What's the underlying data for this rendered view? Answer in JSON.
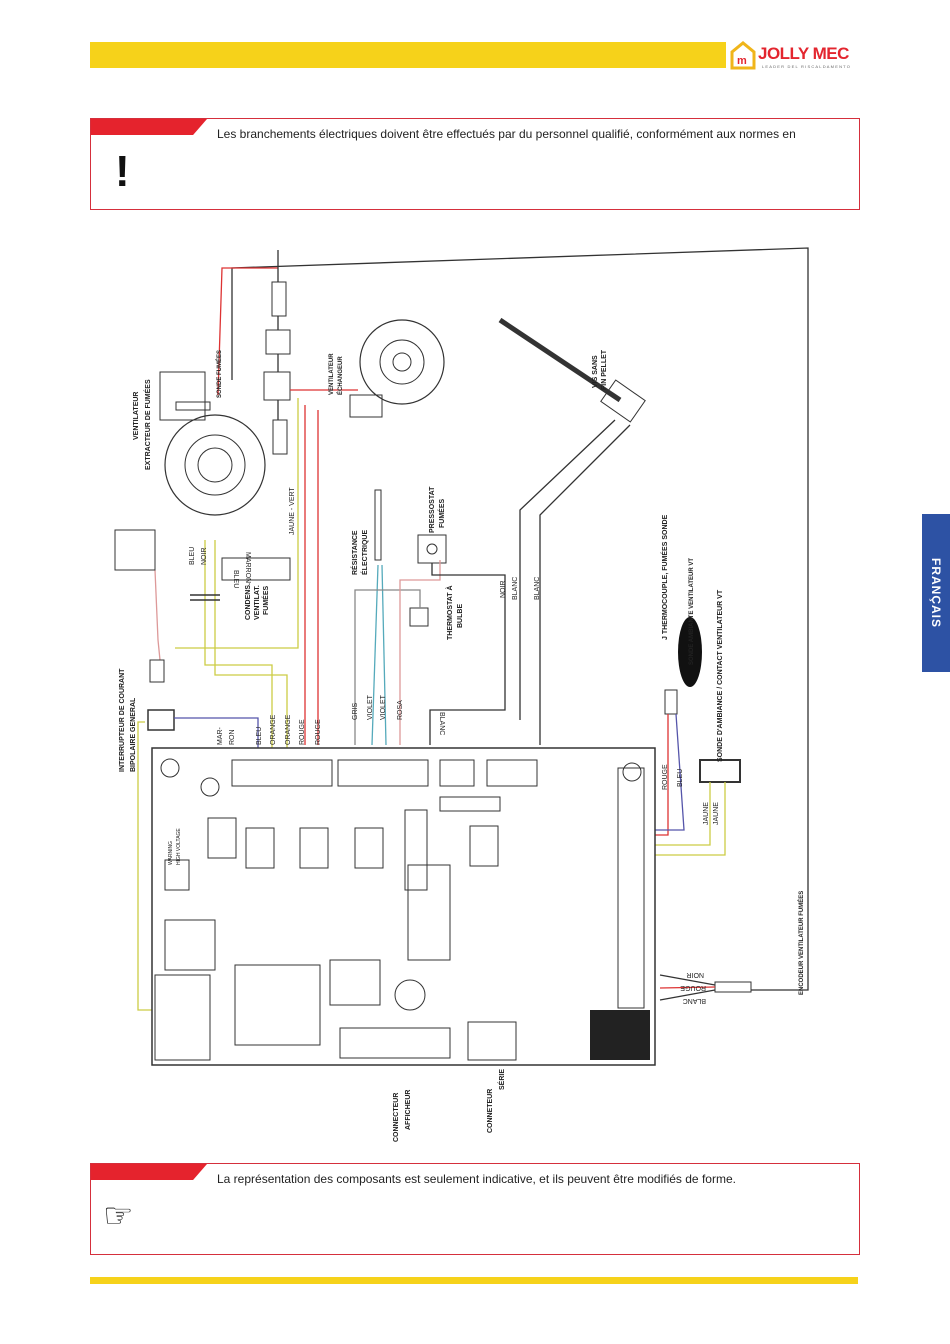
{
  "header": {
    "logo_text": "JOLLY MEC",
    "logo_tagline": "LEADER DEL RISCALDAMENTO",
    "colors": {
      "yellow": "#f6d21a",
      "red": "#e5232d",
      "blue": "#2d52a4"
    }
  },
  "warning_note": {
    "icon": "exclamation-icon",
    "text": "Les branchements électriques doivent être effectués par du personnel qualifié, conformément aux normes en"
  },
  "info_note": {
    "icon": "pointing-hand-icon",
    "text": "La représentation des composants est seulement indicative, et ils peuvent être modifiés de forme."
  },
  "side_tab": {
    "label": "FRANÇAIS"
  },
  "diagram": {
    "components": {
      "extractor_fan": [
        "VENTILATEUR",
        "EXTRACTEUR DE FUMÉES"
      ],
      "flue_probe": "SONDE FUMÉES",
      "exchanger_fan": [
        "VENTILATEUR",
        "ÉCHANGEUR"
      ],
      "auger": [
        "VIS SANS",
        "FIN PELLET"
      ],
      "thermocouple": "J THERMOCOUPLE, FUMÉES SONDE",
      "ambient_probe_fan": "SONDE AMBIANTE VENTILATEUR VT",
      "ambient_contact": "SONDE D'AMBIANCE / CONTACT VENTILATEUR VT",
      "pressure_switch": [
        "PRESSOSTAT",
        "FUMÉES"
      ],
      "resistance": [
        "RÉSISTANCE",
        "ÉLECTRIQUE"
      ],
      "bulb_thermostat": [
        "THERMOSTAT À",
        "BULBE"
      ],
      "main_switch": [
        "INTERRUPTEUR DE COURANT",
        "BIPOLAIRE GENERAL"
      ],
      "fan_capacitor": [
        "CONDENS.",
        "VENTILAT.",
        "FUMÉES"
      ],
      "encoder": "ENCODEUR VENTILATEUR FUMÉES",
      "display_connector": [
        "CONNECTEUR",
        "AFFICHEUR"
      ],
      "serial_connector": [
        "CONNETEUR",
        "SÉRIE"
      ],
      "board_warning": [
        "WARNING",
        "HIGH VOLTAGE"
      ]
    },
    "wire_labels": {
      "fan_bleu": "BLEU",
      "fan_noir": "NOIR",
      "cap_marron": "MARRON",
      "cap_bleu": "BLEU",
      "jaune_vert": "JAUNE - VERT",
      "mains": [
        "MAR-",
        "RON",
        "BLEU",
        "ORANGE",
        "ORANGE",
        "ROUGE",
        "ROUGE"
      ],
      "heater": [
        "GRIS",
        "VIOLET",
        "VIOLET",
        "ROSA"
      ],
      "pressure": [
        "NOIR",
        "BLANC",
        "BLANC"
      ],
      "board_blanc": "BLANC",
      "thermo": [
        "ROUGE",
        "BLEU"
      ],
      "ambient": [
        "JAUNE",
        "JAUNE"
      ],
      "encoder": [
        "NOIR",
        "ROUGE",
        "BLANC"
      ]
    }
  }
}
